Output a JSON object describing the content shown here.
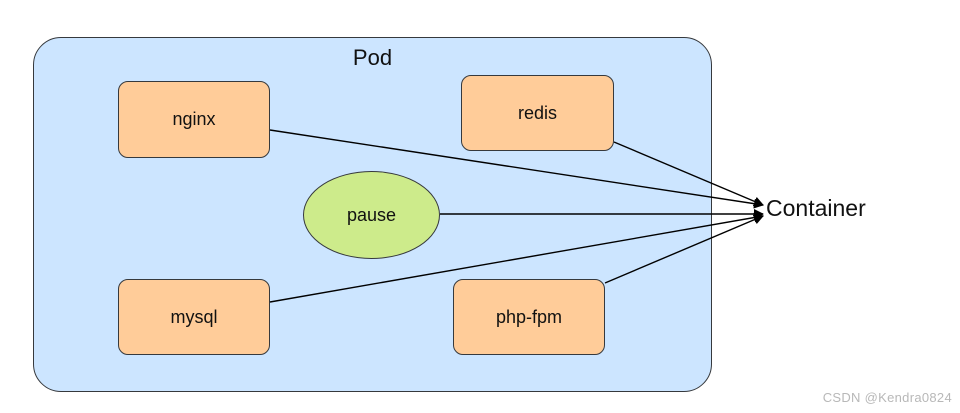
{
  "pod": {
    "title": "Pod"
  },
  "containers": {
    "nginx": "nginx",
    "redis": "redis",
    "pause": "pause",
    "mysql": "mysql",
    "phpfpm": "php-fpm"
  },
  "target": {
    "label": "Container"
  },
  "watermark": "CSDN @Kendra0824",
  "colors": {
    "pod_fill": "#cce5ff",
    "container_fill": "#ffcc99",
    "pause_fill": "#cdeb8b",
    "outline": "#36393d"
  }
}
